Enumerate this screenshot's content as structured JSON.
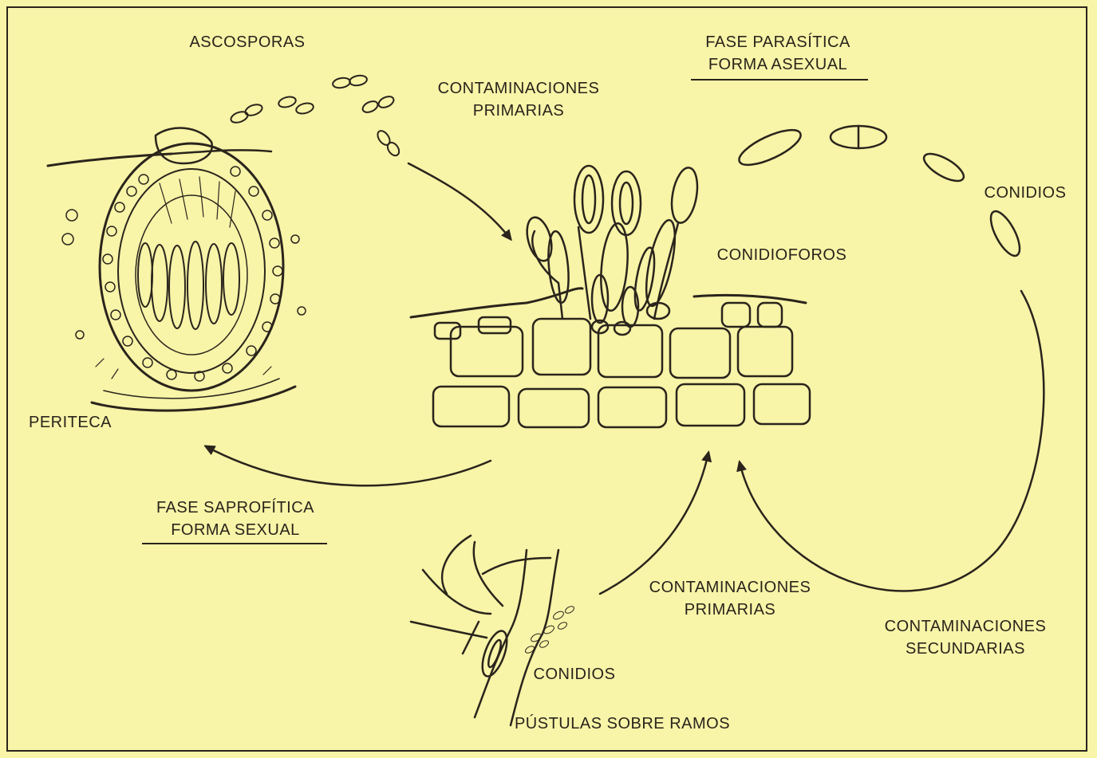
{
  "labels": {
    "ascosporas": "ASCOSPORAS",
    "contaminaciones_primarias_top_1": "CONTAMINACIONES",
    "contaminaciones_primarias_top_2": "PRIMARIAS",
    "fase_parasitica_1": "FASE PARASÍTICA",
    "fase_parasitica_2": "FORMA ASEXUAL",
    "conidios_right": "CONIDIOS",
    "conidioforos": "CONIDIOFOROS",
    "periteca": "PERITECA",
    "fase_saprofitica_1": "FASE SAPROFÍTICA",
    "fase_saprofitica_2": "FORMA SEXUAL",
    "contaminaciones_primarias_bottom_1": "CONTAMINACIONES",
    "contaminaciones_primarias_bottom_2": "PRIMARIAS",
    "contaminaciones_secundarias_1": "CONTAMINACIONES",
    "contaminaciones_secundarias_2": "SECUNDARIAS",
    "conidios_bottom": "CONIDIOS",
    "pustulas": "PÚSTULAS SOBRE RAMOS"
  },
  "colors": {
    "background": "#f8f4a8",
    "ink": "#2a241c"
  }
}
